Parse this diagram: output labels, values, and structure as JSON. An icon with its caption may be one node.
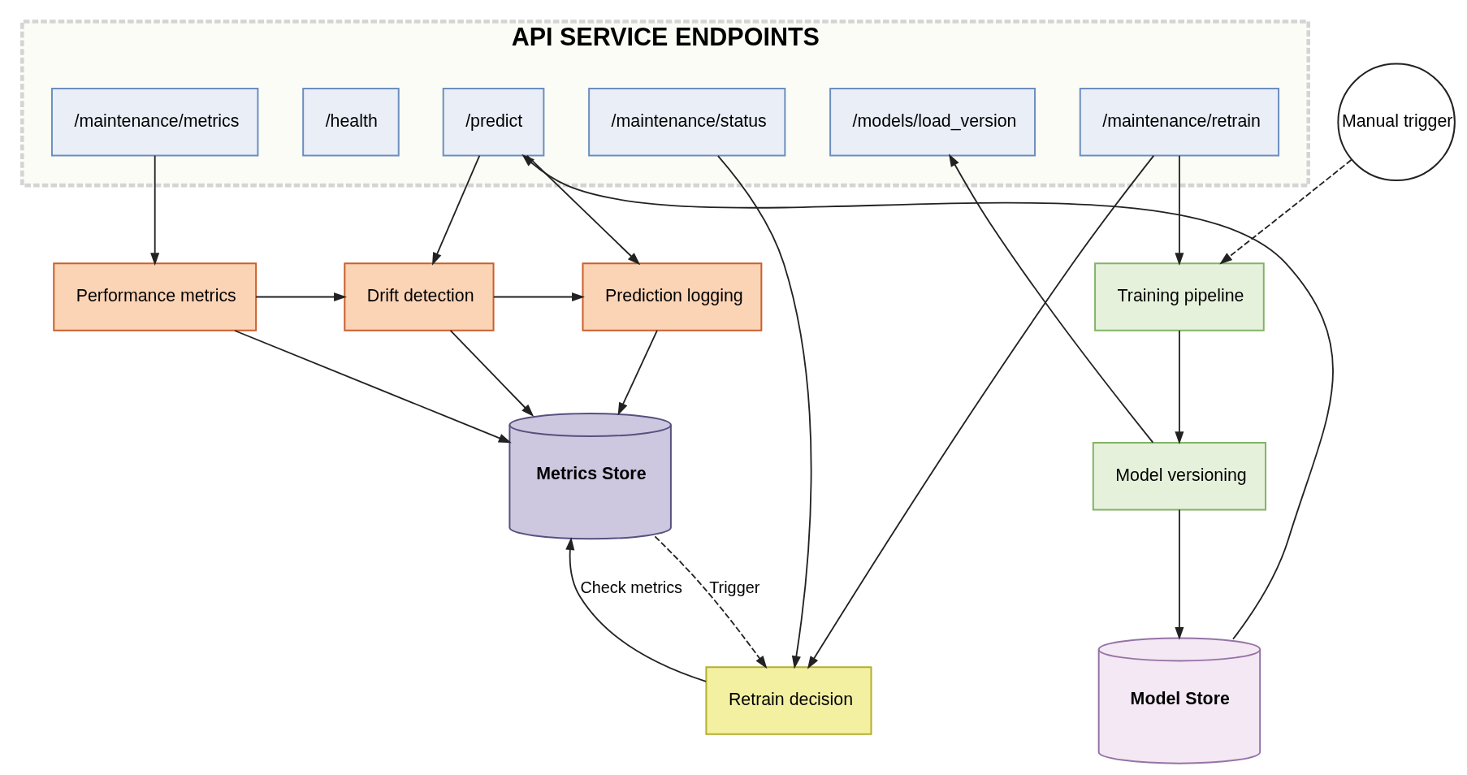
{
  "diagram": {
    "nodes": [
      {
        "text": [
          "Prediction logging"
        ]
      },
      {
        "text": [
          "Drift detection"
        ]
      },
      {
        "text": [
          "Performance metrics"
        ]
      },
      {
        "text": [
          "Metrics Store"
        ]
      },
      {
        "text": [
          "Retrain decision"
        ]
      },
      {
        "text": [
          "API SERVICE ENDPOINTS"
        ]
      },
      {
        "text": [
          "/predict"
        ],
        "in": 5
      },
      {
        "text": [
          "/maintenance/metrics"
        ],
        "in": 5
      },
      {
        "text": [
          "/maintenance/status"
        ],
        "in": 5
      },
      {
        "text": [
          "/maintenance/retrain"
        ],
        "in": 5
      },
      {
        "text": [
          "/health"
        ],
        "in": 5
      },
      {
        "text": [
          "/models/load_version"
        ],
        "in": 5
      },
      {
        "text": [
          "Manual trigger"
        ]
      },
      {
        "text": [
          "Training pipeline"
        ]
      },
      {
        "text": [
          "Model versioning"
        ]
      },
      {
        "text": [
          "Model Store"
        ]
      }
    ],
    "edges": [
      {
        "from": 6,
        "to": 0,
        "arrow": "to"
      },
      {
        "from": 6,
        "to": 1,
        "arrow": "to"
      },
      {
        "from": 15,
        "to": 6,
        "arrow": "to"
      },
      {
        "from": 7,
        "to": 2,
        "arrow": "to"
      },
      {
        "from": 2,
        "to": 1,
        "arrow": "to"
      },
      {
        "from": 1,
        "to": 0,
        "arrow": "to"
      },
      {
        "from": 1,
        "to": 3,
        "arrow": "to"
      },
      {
        "from": 0,
        "to": 3,
        "arrow": "to"
      },
      {
        "from": 2,
        "to": 3,
        "arrow": "to"
      },
      {
        "from": 3,
        "to": 4,
        "arrow": "to",
        "label": "Trigger",
        "style": "dashed"
      },
      {
        "from": 4,
        "to": 3,
        "arrow": "to",
        "label": "Check metrics"
      },
      {
        "from": 9,
        "to": 4,
        "arrow": "to"
      },
      {
        "from": 8,
        "to": 4,
        "arrow": "to"
      },
      {
        "from": 9,
        "to": 13,
        "arrow": "to"
      },
      {
        "from": 12,
        "to": 13,
        "arrow": "to",
        "style": "dashed"
      },
      {
        "from": 13,
        "to": 14,
        "arrow": "to"
      },
      {
        "from": 14,
        "to": 11,
        "arrow": "to"
      },
      {
        "from": 14,
        "to": 15,
        "arrow": "to"
      }
    ]
  }
}
